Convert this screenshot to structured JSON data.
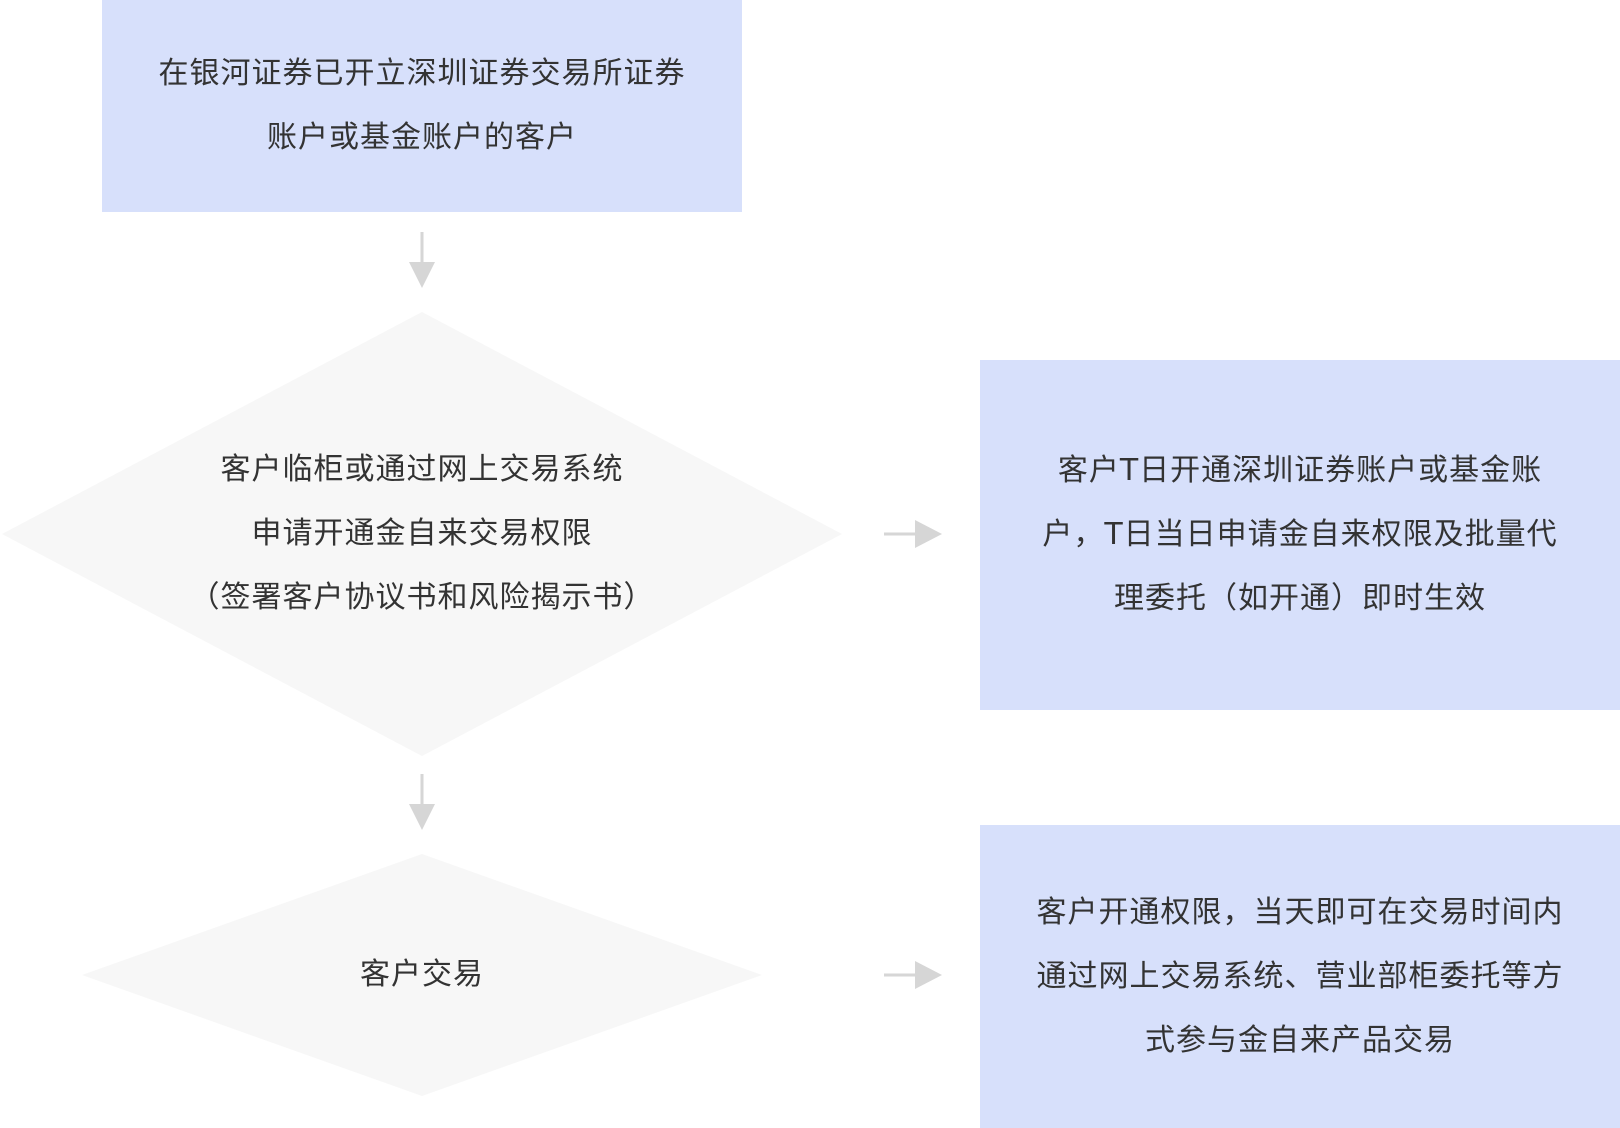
{
  "flowchart": {
    "start_box": {
      "lines": [
        "在银河证券已开立深圳证券交易所证券",
        "账户或基金账户的客户"
      ]
    },
    "decision_apply": {
      "lines": [
        "客户临柜或通过网上交易系统",
        "申请开通金自来交易权限",
        "（签署客户协议书和风险揭示书）"
      ]
    },
    "result_activation": {
      "lines": [
        "客户T日开通深圳证券账户或基金账",
        "户，T日当日申请金自来权限及批量代",
        "理委托（如开通）即时生效"
      ]
    },
    "decision_trade": {
      "lines": [
        "客户交易"
      ]
    },
    "result_trade": {
      "lines": [
        "客户开通权限，当天即可在交易时间内",
        "通过网上交易系统、营业部柜委托等方",
        "式参与金自来产品交易"
      ]
    }
  },
  "colors": {
    "box_fill": "#d7e0fb",
    "diamond_fill": "#f7f7f7",
    "arrow": "#d6d6d6",
    "text": "#333333"
  }
}
